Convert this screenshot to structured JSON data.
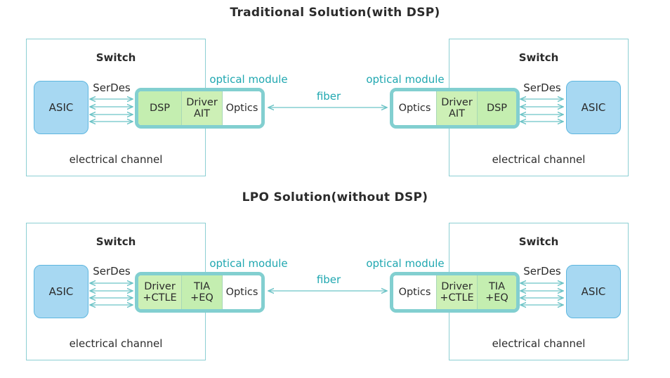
{
  "top": {
    "title": "Traditional Solution(with DSP)",
    "left_switch": {
      "label": "Switch",
      "asic": "ASIC",
      "serdes": "SerDes",
      "channel": "electrical channel"
    },
    "left_module": {
      "label": "optical module",
      "cells": [
        "DSP",
        "Driver\nAIT",
        "Optics"
      ]
    },
    "fiber": "fiber",
    "right_module": {
      "label": "optical module",
      "cells": [
        "Optics",
        "Driver\nAIT",
        "DSP"
      ]
    },
    "right_switch": {
      "label": "Switch",
      "asic": "ASIC",
      "serdes": "SerDes",
      "channel": "electrical channel"
    }
  },
  "bottom": {
    "title": "LPO Solution(without DSP)",
    "left_switch": {
      "label": "Switch",
      "asic": "ASIC",
      "serdes": "SerDes",
      "channel": "electrical channel"
    },
    "left_module": {
      "label": "optical module",
      "cells": [
        "Driver\n+CTLE",
        "TIA\n+EQ",
        "Optics"
      ]
    },
    "fiber": "fiber",
    "right_module": {
      "label": "optical module",
      "cells": [
        "Optics",
        "Driver\n+CTLE",
        "TIA\n+EQ"
      ]
    },
    "right_switch": {
      "label": "Switch",
      "asic": "ASIC",
      "serdes": "SerDes",
      "channel": "electrical channel"
    }
  },
  "colors": {
    "accent": "#1fa7b0",
    "module_border": "#82cfd0",
    "asic_fill": "#a7d8f2",
    "chip_green": "#cdf0b6"
  }
}
